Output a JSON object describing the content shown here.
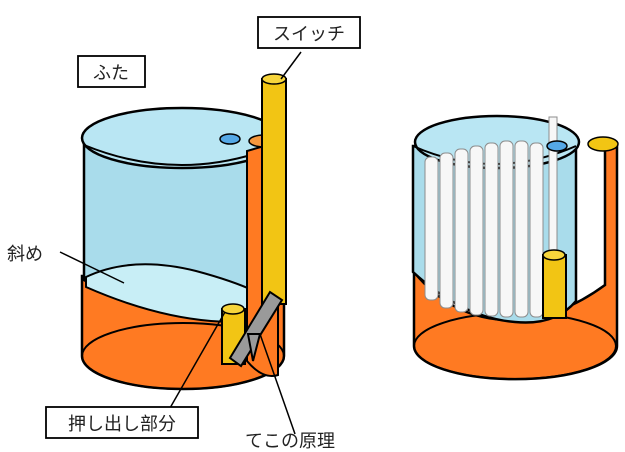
{
  "labels": {
    "lid": "ふた",
    "switch": "スイッチ",
    "slant": "斜め",
    "push_out_part": "押し出し部分",
    "lever_principle": "てこの原理"
  },
  "colors": {
    "orange": "#ff7a22",
    "orange_dark": "#e56a16",
    "blue": "#a9dceb",
    "blue_light": "#c8eef6",
    "yellow": "#f2c514",
    "gray": "#9a9a9a",
    "outline": "#000000",
    "swab_white": "#f7f7f7"
  }
}
